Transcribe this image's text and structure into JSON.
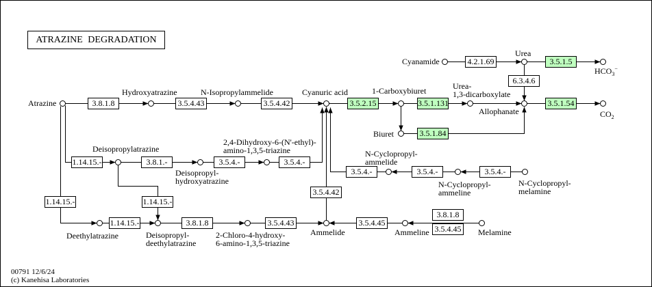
{
  "title": "ATRAZINE DEGRADATION",
  "footer": {
    "map_id_date": "00791 12/6/24",
    "copyright": "(c) Kanehisa Laboratories"
  },
  "colors": {
    "highlighted_enzyme": "#bfffbf",
    "enzyme": "#ffffff",
    "line": "#000000"
  },
  "compounds": {
    "atrazine": "Atrazine",
    "hydroxyatrazine": "Hydroxyatrazine",
    "n_isopropylammelide": "N-Isopropylammelide",
    "cyanuric_acid": "Cyanuric acid",
    "carboxybiuret": "1-Carboxybiuret",
    "urea_dicarboxylate": [
      "Urea-",
      "1,3-dicarboxylate"
    ],
    "allophanate": "Allophanate",
    "co2": {
      "base": "CO",
      "sub": "2"
    },
    "cyanamide": "Cyanamide",
    "urea": "Urea",
    "hco3": {
      "base": "HCO",
      "sub": "3",
      "sup": "−"
    },
    "biuret": "Biuret",
    "deisopropylatrazine": "Deisopropylatrazine",
    "deisopropylhydroxyatrazine": [
      "Deisopropyl-",
      "hydroxyatrazine"
    ],
    "dihydroxy_ethylamino_triazine": [
      "2,4-Dihydroxy-6-(N'-ethyl)-",
      "amino-1,3,5-triazine"
    ],
    "n_cyclopropylammelide": [
      "N-Cyclopropyl-",
      "ammelide"
    ],
    "n_cyclopropylammeline": [
      "N-Cyclopropyl-",
      "ammeline"
    ],
    "n_cyclopropylmelamine": [
      "N-Cyclopropyl-",
      "melamine"
    ],
    "deethylatrazine": "Deethylatrazine",
    "deisopropyldeethylatrazine": [
      "Deisopropyl-",
      "deethylatrazine"
    ],
    "chloro_hydroxy_amino_triazine": [
      "2-Chloro-4-hydroxy-",
      "6-amino-1,3,5-triazine"
    ],
    "ammelide": "Ammelide",
    "ammeline": "Ammeline",
    "melamine": "Melamine"
  },
  "enzymes": [
    {
      "ec": "3.8.1.8",
      "highlighted": false
    },
    {
      "ec": "3.5.4.43",
      "highlighted": false
    },
    {
      "ec": "3.5.4.42",
      "highlighted": false
    },
    {
      "ec": "3.5.2.15",
      "highlighted": true
    },
    {
      "ec": "3.5.1.131",
      "highlighted": true
    },
    {
      "ec": "3.5.1.54",
      "highlighted": true
    },
    {
      "ec": "4.2.1.69",
      "highlighted": false
    },
    {
      "ec": "3.5.1.5",
      "highlighted": true
    },
    {
      "ec": "6.3.4.6",
      "highlighted": false
    },
    {
      "ec": "3.5.1.84",
      "highlighted": true
    },
    {
      "ec": "1.14.15.-",
      "highlighted": false
    },
    {
      "ec": "3.8.1.-",
      "highlighted": false
    },
    {
      "ec": "3.5.4.-",
      "highlighted": false
    },
    {
      "ec": "3.5.4.-",
      "highlighted": false
    },
    {
      "ec": "3.5.4.-",
      "highlighted": false
    },
    {
      "ec": "3.5.4.-",
      "highlighted": false
    },
    {
      "ec": "3.5.4.-",
      "highlighted": false
    },
    {
      "ec": "3.5.4.42",
      "highlighted": false
    },
    {
      "ec": "1.14.15.-",
      "highlighted": false
    },
    {
      "ec": "1.14.15.-",
      "highlighted": false
    },
    {
      "ec": "1.14.15.-",
      "highlighted": false
    },
    {
      "ec": "3.8.1.8",
      "highlighted": false
    },
    {
      "ec": "3.5.4.43",
      "highlighted": false
    },
    {
      "ec": "3.5.4.45",
      "highlighted": false
    },
    {
      "ec": "3.8.1.8",
      "highlighted": false
    },
    {
      "ec": "3.5.4.45",
      "highlighted": false
    }
  ]
}
